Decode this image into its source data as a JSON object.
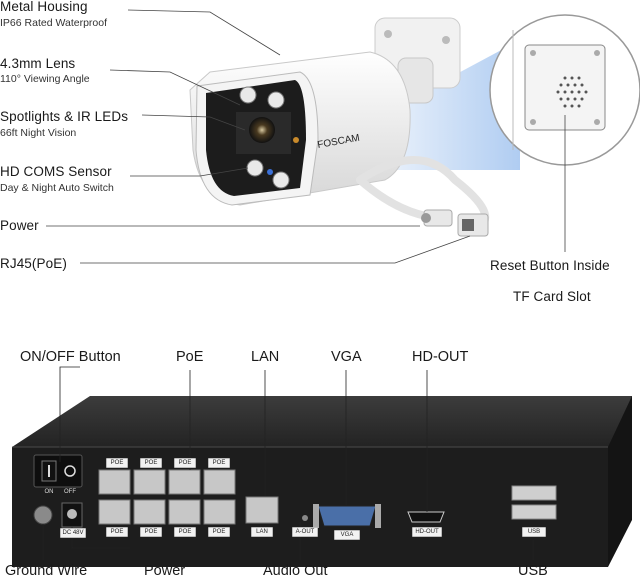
{
  "camera": {
    "labels": [
      {
        "title": "Metal Housing",
        "sub": "IP66 Rated Waterproof"
      },
      {
        "title": "4.3mm Lens",
        "sub": "110° Viewing Angle"
      },
      {
        "title": "Spotlights & IR LEDs",
        "sub": "66ft Night Vision"
      },
      {
        "title": "HD COMS Sensor",
        "sub": "Day & Night Auto Switch"
      },
      {
        "title": "Power",
        "sub": ""
      },
      {
        "title": "RJ45(PoE)",
        "sub": ""
      }
    ],
    "brand": "FOSCAM",
    "reset_label": "Reset Button Inside",
    "tf_label": "TF Card Slot"
  },
  "nvr": {
    "top_labels": [
      "ON/OFF Button",
      "PoE",
      "LAN",
      "VGA",
      "HD-OUT"
    ],
    "bottom_labels": [
      "Ground Wire",
      "Power",
      "Audio Out",
      "USB"
    ],
    "switch_on": "ON",
    "switch_off": "OFF",
    "dc_label": "DC 48V",
    "poe_tag": "POE",
    "lan_tag": "LAN",
    "aout_tag": "A-OUT",
    "vga_tag": "VGA",
    "hdout_tag": "HD-OUT",
    "usb_tag": "USB"
  }
}
